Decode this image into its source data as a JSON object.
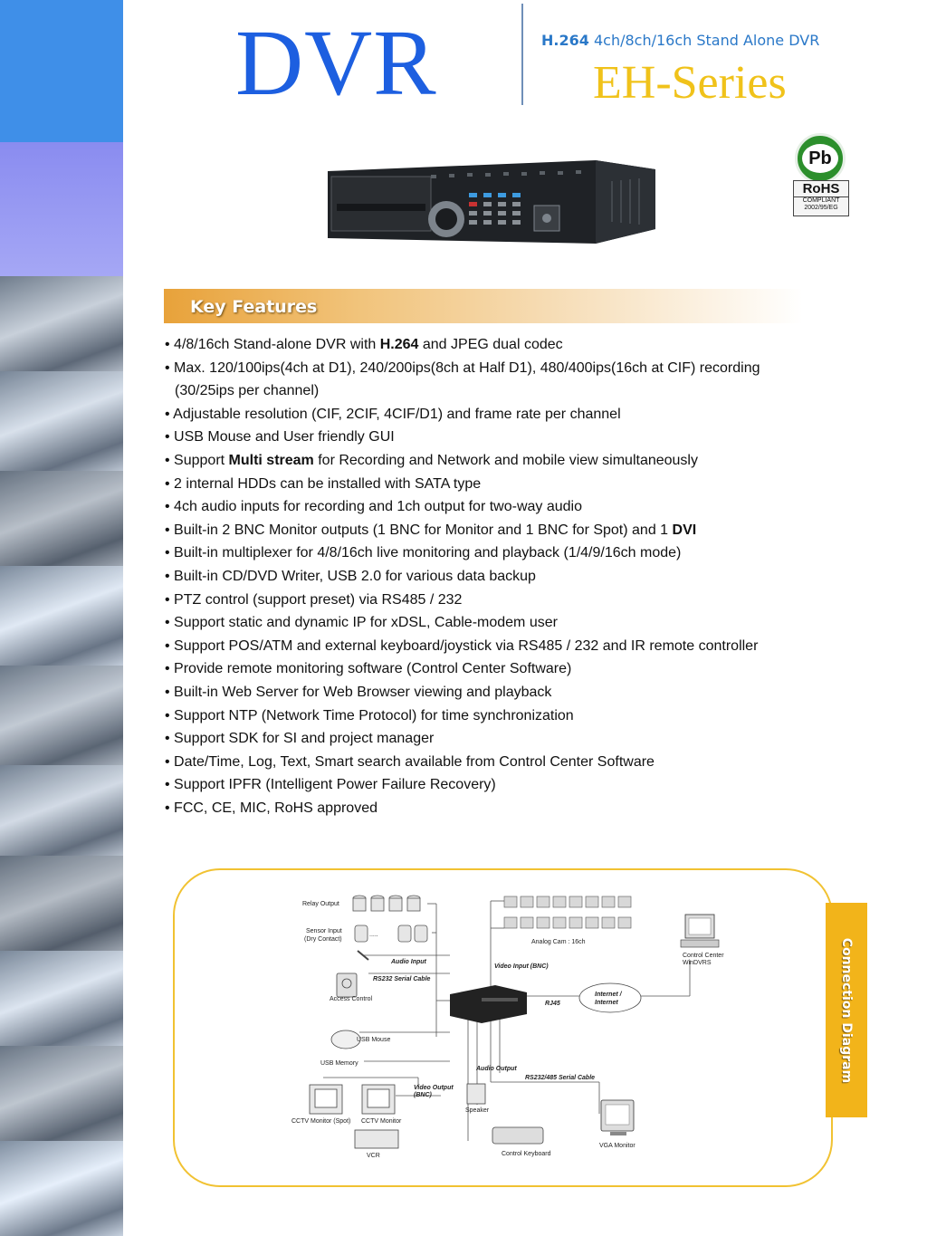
{
  "header": {
    "title": "DVR",
    "subtitle_bold": "H.264",
    "subtitle_rest": " 4ch/8ch/16ch Stand Alone DVR",
    "series": "EH-Series"
  },
  "badges": {
    "pb": "Pb",
    "rohs": "RoHS",
    "rohs_line2": "COMPLIANT",
    "rohs_line3": "2002/95/EG"
  },
  "key_features": {
    "title": "Key Features",
    "items": [
      {
        "pre": "• 4/8/16ch Stand-alone DVR with ",
        "bold": "H.264",
        "post": " and JPEG dual codec"
      },
      {
        "pre": "• Max. 120/100ips(4ch at D1), 240/200ips(8ch at Half D1), 480/400ips(16ch at CIF) recording",
        "bold": "",
        "post": ""
      },
      {
        "pre": "(30/25ips per channel)",
        "bold": "",
        "post": ""
      },
      {
        "pre": "• Adjustable resolution (CIF, 2CIF, 4CIF/D1) and frame rate per channel",
        "bold": "",
        "post": ""
      },
      {
        "pre": "• USB Mouse and User friendly GUI",
        "bold": "",
        "post": ""
      },
      {
        "pre": "• Support ",
        "bold": "Multi stream",
        "post": " for Recording and Network and mobile view  simultaneously"
      },
      {
        "pre": "• 2 internal HDDs can be installed with SATA type",
        "bold": "",
        "post": ""
      },
      {
        "pre": "• 4ch audio inputs for recording and 1ch output for two-way audio",
        "bold": "",
        "post": ""
      },
      {
        "pre": "• Built-in 2 BNC Monitor outputs (1 BNC for Monitor and 1 BNC for Spot) and 1 ",
        "bold": "DVI",
        "post": ""
      },
      {
        "pre": "• Built-in multiplexer for 4/8/16ch live monitoring and playback (1/4/9/16ch mode)",
        "bold": "",
        "post": ""
      },
      {
        "pre": "• Built-in CD/DVD Writer, USB 2.0 for various data backup",
        "bold": "",
        "post": ""
      },
      {
        "pre": "• PTZ control (support preset) via RS485 / 232",
        "bold": "",
        "post": ""
      },
      {
        "pre": "• Support static and dynamic IP for xDSL, Cable-modem user",
        "bold": "",
        "post": ""
      },
      {
        "pre": "• Support POS/ATM and external keyboard/joystick via RS485 / 232 and IR remote controller",
        "bold": "",
        "post": ""
      },
      {
        "pre": "• Provide remote monitoring software (Control Center Software)",
        "bold": "",
        "post": ""
      },
      {
        "pre": "• Built-in Web Server for Web Browser viewing and playback",
        "bold": "",
        "post": ""
      },
      {
        "pre": "• Support NTP (Network Time Protocol) for time synchronization",
        "bold": "",
        "post": ""
      },
      {
        "pre": "• Support SDK for SI and project manager",
        "bold": "",
        "post": ""
      },
      {
        "pre": "• Date/Time, Log, Text, Smart search available from Control Center Software",
        "bold": "",
        "post": ""
      },
      {
        "pre": "• Support IPFR (Intelligent Power Failure Recovery)",
        "bold": "",
        "post": ""
      },
      {
        "pre": "• FCC, CE, MIC, RoHS approved",
        "bold": "",
        "post": ""
      }
    ]
  },
  "connection_diagram": {
    "tab_label": "Connection Diagram",
    "labels": {
      "relay_output": "Relay Output",
      "sensor_input_1": "Sensor Input",
      "sensor_input_2": "(Dry Contact)",
      "audio_input": "Audio Input",
      "rs232_serial_cable": "RS232 Serial Cable",
      "access_control": "Access Control",
      "usb_mouse": "USB Mouse",
      "usb_memory": "USB Memory",
      "video_output_1": "Video Output",
      "video_output_2": "(BNC)",
      "cctv_monitor_spot": "CCTV Monitor (Spot)",
      "cctv_monitor": "CCTV Monitor",
      "vcr": "VCR",
      "analog_cam": "Analog Cam : 16ch",
      "video_input": "Video Input (BNC)",
      "rj45": "RJ45",
      "internet_1": "Internet /",
      "internet_2": "Internet",
      "control_center_1": "Control Center",
      "control_center_2": "WinDVRS",
      "audio_output": "Audio Output",
      "rs232_485_cable": "RS232/485 Serial Cable",
      "speaker": "Speaker",
      "control_keyboard": "Control Keyboard",
      "vga_monitor": "VGA Monitor",
      "dots": "....."
    }
  }
}
